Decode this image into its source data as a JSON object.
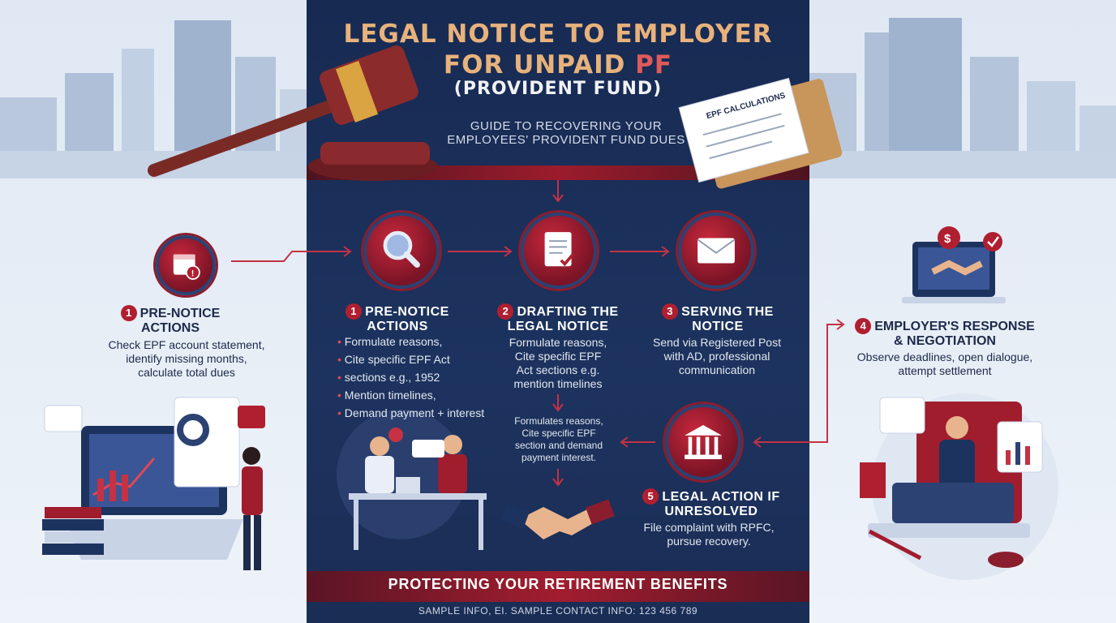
{
  "header": {
    "title_line1": "LEGAL NOTICE TO EMPLOYER",
    "title_line2_prefix": "FOR UNPAID ",
    "title_line2_highlight": "PF",
    "title_line3": "(PROVIDENT FUND)",
    "subtitle_line1": "GUIDE TO RECOVERING YOUR",
    "subtitle_line2": "EMPLOYEES' PROVIDENT FUND DUES"
  },
  "document_label": "EPF CALCULATIONS",
  "left_panel": {
    "num": "1",
    "title_line1": "PRE-NOTICE",
    "title_line2": "ACTIONS",
    "text_line1": "Check EPF account statement,",
    "text_line2": "identify missing months,",
    "text_line3": "calculate total dues"
  },
  "steps": [
    {
      "num": "1",
      "title_line1": "PRE-NOTICE",
      "title_line2": "ACTIONS",
      "bullets": [
        "Formulate reasons,",
        "Cite specific EPF Act",
        "sections e.g., 1952",
        "Mention timelines,",
        "Demand payment + interest"
      ]
    },
    {
      "num": "2",
      "title_line1": "DRAFTING THE",
      "title_line2": "LEGAL NOTICE",
      "text_line1": "Formulate reasons,",
      "text_line2": "Cite specific EPF",
      "text_line3": "Act sections e.g.",
      "text_line4": "mention timelines"
    },
    {
      "num": "3",
      "title_line1": "SERVING THE",
      "title_line2": "NOTICE",
      "text_line1": "Send via Registered Post",
      "text_line2": "with AD, professional",
      "text_line3": "communication"
    },
    {
      "num": "4",
      "title_line1": "EMPLOYER'S RESPONSE",
      "title_line2": "& NEGOTIATION",
      "text_line1": "Observe deadlines, open dialogue,",
      "text_line2": "attempt settlement"
    },
    {
      "num": "5",
      "title_line1": "LEGAL ACTION IF",
      "title_line2": "UNRESOLVED",
      "text_line1": "File complaint with RPFC,",
      "text_line2": "pursue recovery."
    }
  ],
  "mid_note": {
    "line1": "Formulates reasons,",
    "line2": "Cite specific EPF",
    "line3": "section and demand",
    "line4": "payment  interest."
  },
  "footer": {
    "banner": "PROTECTING YOUR RETIREMENT BENEFITS",
    "info": "SAMPLE INFO, EI. SAMPLE CONTACT INFO: 123 456 789"
  },
  "icons": {
    "gavel": "gavel-icon",
    "document": "epf-document-icon",
    "calendar": "calendar-alert-icon",
    "search": "magnifier-icon",
    "draft": "document-check-icon",
    "mail": "envelope-icon",
    "bank": "courthouse-icon",
    "handshake": "handshake-icon",
    "laptop": "laptop-handshake-icon"
  },
  "colors": {
    "navy": "#1d335f",
    "crimson": "#b01f30",
    "gold": "#e8b27c"
  }
}
